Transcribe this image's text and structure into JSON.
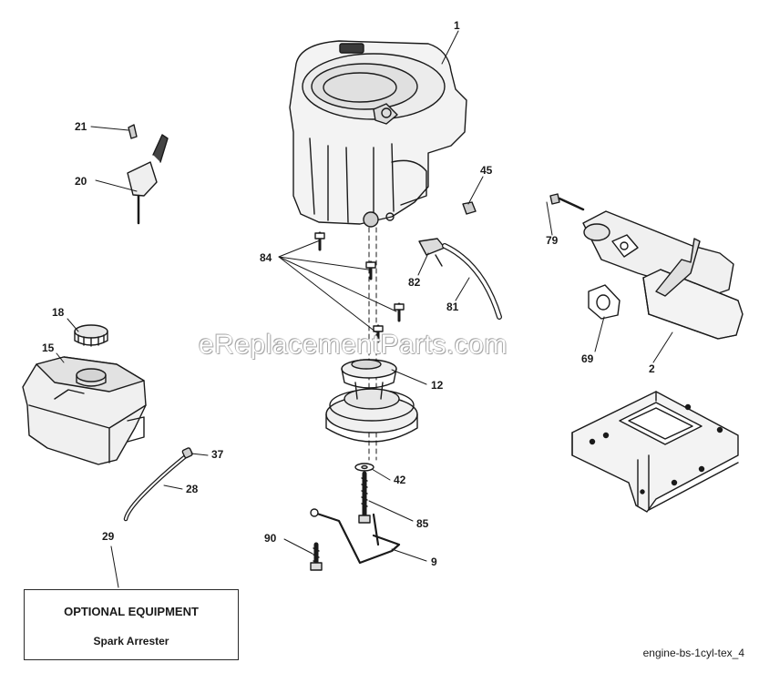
{
  "watermark": "eReplacementParts.com",
  "optional_equipment": {
    "title": "OPTIONAL EQUIPMENT",
    "item": "Spark Arrester"
  },
  "footer_code": "engine-bs-1cyl-tex_4",
  "callouts": {
    "c1": "1",
    "c2": "2",
    "c9": "9",
    "c12": "12",
    "c15": "15",
    "c18": "18",
    "c20": "20",
    "c21": "21",
    "c28": "28",
    "c29": "29",
    "c37": "37",
    "c42": "42",
    "c45": "45",
    "c69": "69",
    "c79": "79",
    "c81": "81",
    "c82": "82",
    "c84": "84",
    "c85": "85",
    "c90": "90"
  }
}
